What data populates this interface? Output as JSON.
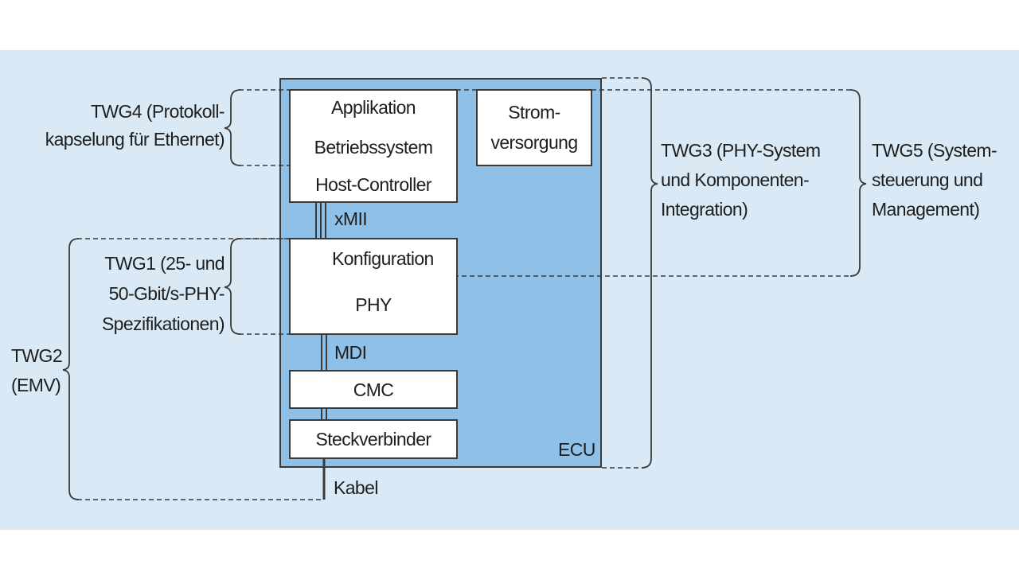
{
  "ecu": {
    "label": "ECU",
    "layers": {
      "applikation": "Applikation",
      "betriebssystem": "Betriebssystem",
      "host_controller": "Host-Controller",
      "konfiguration": "Konfiguration",
      "phy": "PHY",
      "cmc": "CMC",
      "steckverbinder": "Steckverbinder"
    },
    "strom": [
      "Strom-",
      "versorgung"
    ]
  },
  "interfaces": {
    "xmii": "xMII",
    "mdi": "MDI",
    "kabel": "Kabel"
  },
  "groups": {
    "twg1": [
      "TWG1 (25- und",
      "50-Gbit/s-PHY-",
      "Spezifikationen)"
    ],
    "twg2": [
      "TWG2",
      "(EMV)"
    ],
    "twg3": [
      "TWG3 (PHY-System",
      "und Komponenten-",
      "Integration)"
    ],
    "twg4": [
      "TWG4 (Protokoll-",
      "kapselung für Ethernet)"
    ],
    "twg5": [
      "TWG5 (System-",
      "steuerung und",
      "Management)"
    ]
  },
  "colors": {
    "panel": "#d9eaf6",
    "ecu_fill": "#8ec0e8",
    "box_fill": "#ffffff",
    "line": "#3a3a3a"
  }
}
